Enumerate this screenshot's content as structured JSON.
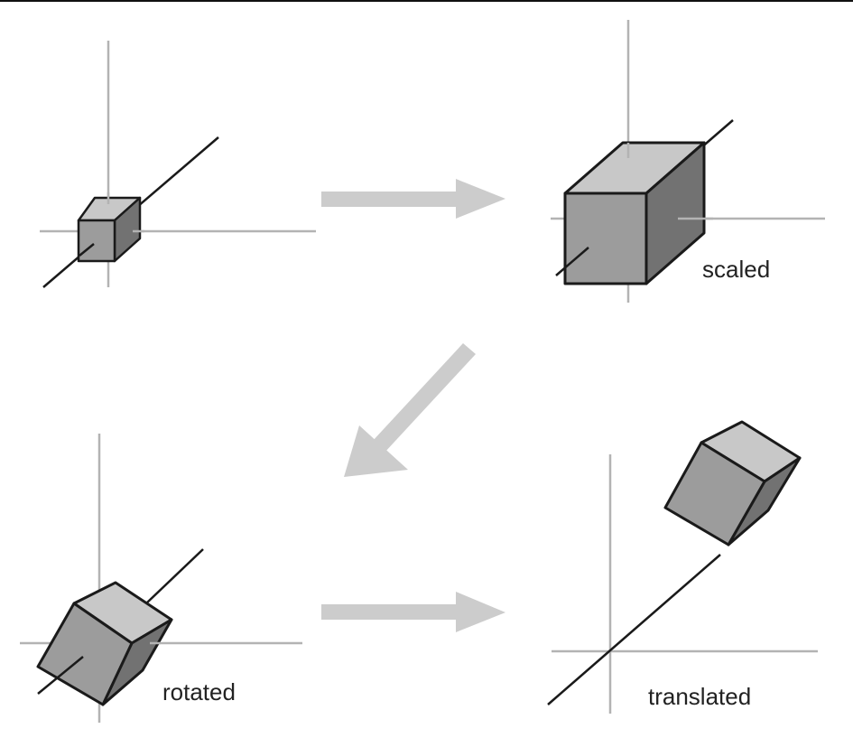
{
  "labels": {
    "scaled": "scaled",
    "rotated": "rotated",
    "translated": "translated"
  },
  "colors": {
    "axis_gray": "#b3b3b3",
    "axis_dark": "#1a1a1a",
    "arrow": "#cccccc",
    "face_top": "#c8c8c8",
    "face_front": "#9c9c9c",
    "face_side": "#727272",
    "edge": "#1a1a1a"
  }
}
